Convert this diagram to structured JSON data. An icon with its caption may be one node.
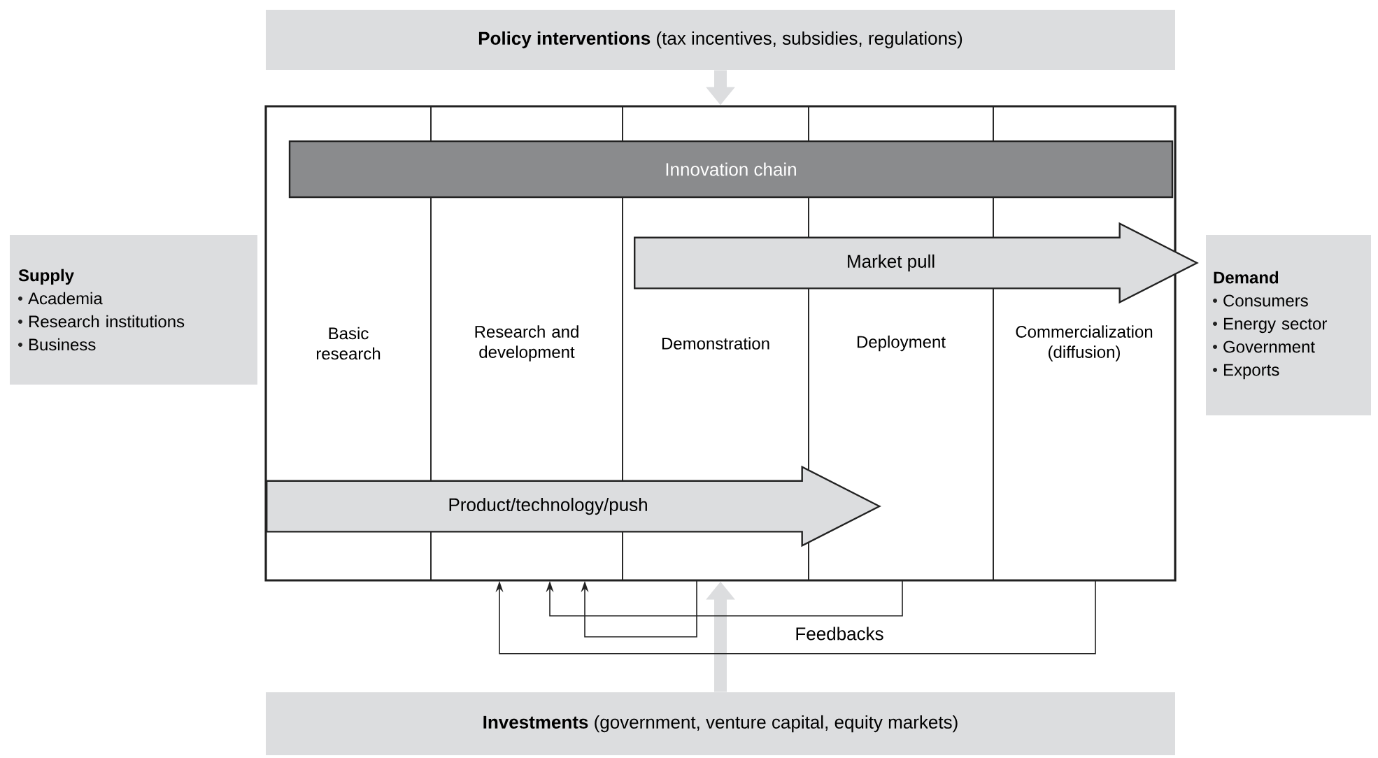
{
  "diagram": {
    "nodes": [
      {
        "text": [
          "**Policy interventions** (tax incentives, subsidies, regulations)"
        ]
      },
      {
        "text": [],
        "shape": "box"
      },
      {
        "text": [
          "Basic research"
        ],
        "in": 1
      },
      {
        "text": [
          "Research and development"
        ],
        "in": 1
      },
      {
        "text": [
          "Demonstration"
        ],
        "in": 1
      },
      {
        "text": [
          "Deployment"
        ],
        "in": 1
      },
      {
        "text": [
          "Commercialization (diffusion)"
        ],
        "in": 1
      },
      {
        "text": [
          "Innovation chain"
        ],
        "in": 1
      },
      {
        "text": [
          "Market pull"
        ],
        "in": 1
      },
      {
        "text": [
          "Product/technology/push"
        ],
        "in": 1
      },
      {
        "text": [
          "Supply",
          "Academia",
          "Research institutions",
          "Business"
        ]
      },
      {
        "text": [
          "Demand",
          "Consumers",
          "Energy sector",
          "Government",
          "Exports"
        ]
      },
      {
        "text": [
          "**Investments** (government, venture capital, equity markets)"
        ]
      }
    ],
    "edges": [
      {
        "from": 0,
        "to": 1,
        "arrow": "to",
        "style": "thick",
        "color": "#dcdddf"
      },
      {
        "from": 4,
        "to": 3,
        "arrow": "to"
      },
      {
        "from": 5,
        "to": 3,
        "arrow": "to"
      },
      {
        "from": 6,
        "to": 3,
        "arrow": "to"
      },
      {
        "from": 12,
        "to": 1,
        "arrow": "to",
        "style": "thick",
        "color": "#dcdddf"
      }
    ],
    "labels": [
      "Feedbacks"
    ]
  }
}
